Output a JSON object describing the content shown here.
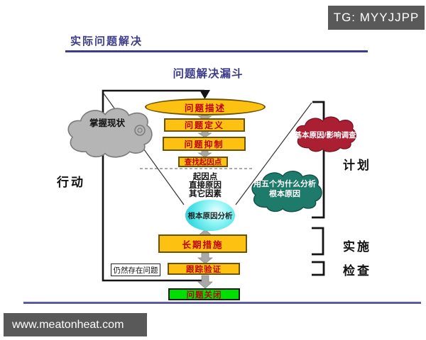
{
  "watermarks": {
    "tg": "TG: MYYJJPP",
    "site": "www.meatonheat.com"
  },
  "header": {
    "title": "实际问题解决"
  },
  "diagram": {
    "title": "问题解决漏斗",
    "funnel": {
      "problem_description": "问题描述",
      "problem_definition": "问题定义",
      "problem_containment": "问题抑制",
      "find_cause_point": "查找起因点",
      "cause_point": "起因点",
      "direct_cause": "直接原因",
      "other_factors": "其它因素",
      "root_cause_analysis": "根本原因分析"
    },
    "bottom_flow": {
      "long_term_action": "长期措施",
      "follow_up_verify": "跟踪验证",
      "problem_remains": "仍然存在问题",
      "problem_closed": "问题关闭"
    },
    "clouds": {
      "grasp_status": "掌握现状",
      "basic_cause_investigation": "基本原因/影响调查",
      "five_why_line1": "用五个为什么分析",
      "five_why_line2": "根本原因"
    },
    "pdca": {
      "act": "行动",
      "plan": "计划",
      "do": "实施",
      "check": "检查"
    }
  },
  "colors": {
    "title_navy": "#3c3c8a",
    "box_yellow": "#fdc112",
    "box_text_red": "#c00000",
    "closed_green": "#00e000",
    "root_cause_cyan": "#3fdde4",
    "cloud_gray": "#b5b5b5",
    "cloud_red": "#ab1f33",
    "cloud_teal": "#1e7a6b",
    "watermark_gray": "#595959",
    "bottom_rule_purple": "#5c5ca6"
  }
}
